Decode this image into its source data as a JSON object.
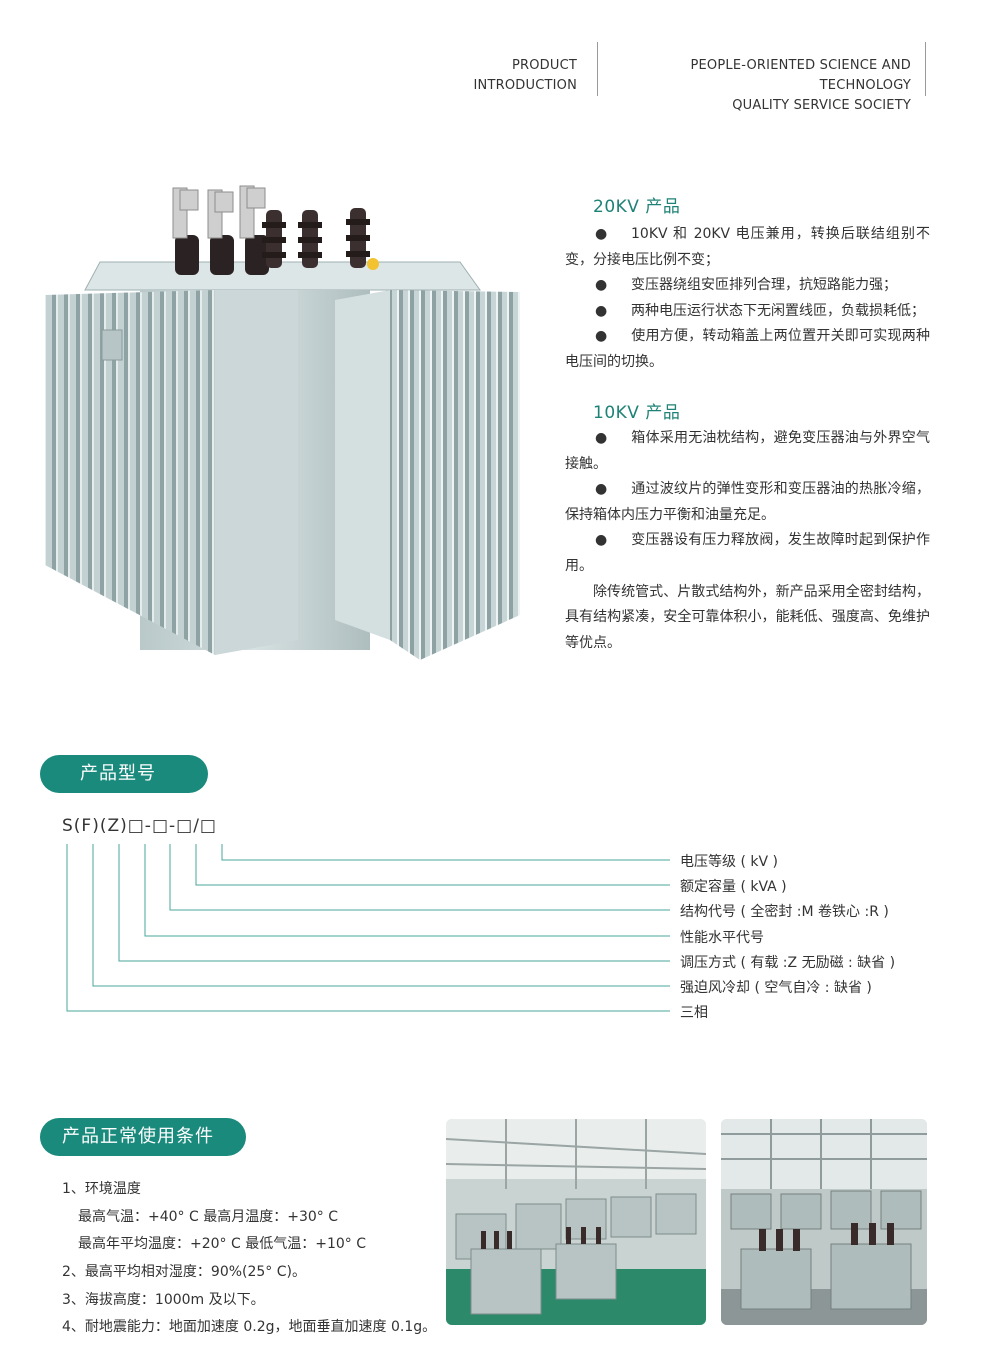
{
  "header": {
    "left_line1": "PRODUCT",
    "left_line2": "INTRODUCTION",
    "right_line1": "PEOPLE-ORIENTED SCIENCE AND TECHNOLOGY",
    "right_line2": "QUALITY SERVICE SOCIETY"
  },
  "kv20": {
    "title": "20KV 产品",
    "bullets": [
      "10KV 和 20KV 电压兼用，转换后联结组别不变，分接电压比例不变；",
      "变压器绕组安匝排列合理，抗短路能力强；",
      "两种电压运行状态下无闲置线匝，负载损耗低；",
      "使用方便，转动箱盖上两位置开关即可实现两种电压间的切换。"
    ]
  },
  "kv10": {
    "title": "10KV 产品",
    "bullets": [
      "箱体采用无油枕结构，避免变压器油与外界空气接触。",
      "通过波纹片的弹性变形和变压器油的热胀冷缩，保持箱体内压力平衡和油量充足。",
      "变压器设有压力释放阀，发生故障时起到保护作用。"
    ],
    "paragraph": "除传统管式、片散式结构外，新产品采用全密封结构，具有结构紧凑，安全可靠体积小，能耗低、强度高、免维护等优点。"
  },
  "model": {
    "heading": "产品型号",
    "code": "S(F)(Z)□-□-□/□",
    "legend": [
      "电压等级 ( kV )",
      "额定容量 ( kVA )",
      "结构代号 ( 全密封 :M  卷铁心 :R )",
      "性能水平代号",
      "调压方式 ( 有载 :Z  无励磁 : 缺省 )",
      "强迫风冷却 ( 空气自冷 : 缺省 )",
      "三相"
    ]
  },
  "conditions": {
    "heading": "产品正常使用条件",
    "lines": [
      "1、环境温度",
      "最高气温：+40° C    最高月温度：+30° C",
      "最高年平均温度：+20° C    最低气温：+10° C",
      "2、最高平均相对湿度：90%(25° C)。",
      "3、海拔高度：1000m 及以下。",
      "4、耐地震能力：地面加速度 0.2g，地面垂直加速度 0.1g。"
    ]
  },
  "bullet_symbol": "●",
  "colors": {
    "accent": "#1a8a7d",
    "title_teal": "#1e8276"
  }
}
